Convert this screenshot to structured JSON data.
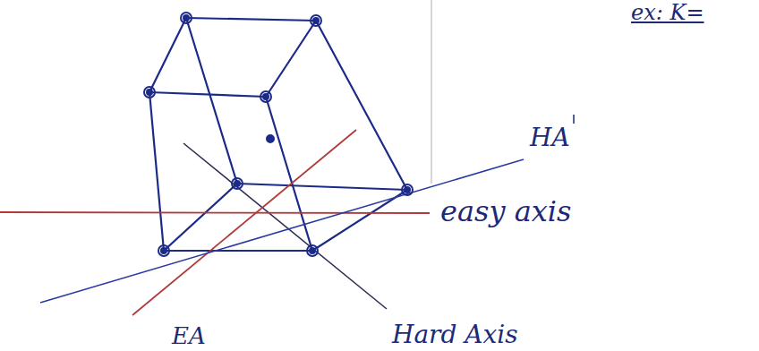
{
  "diagram": {
    "labels": [
      "ex: K=",
      "HA",
      "easy axis",
      "EA",
      "Hard Axis"
    ]
  }
}
